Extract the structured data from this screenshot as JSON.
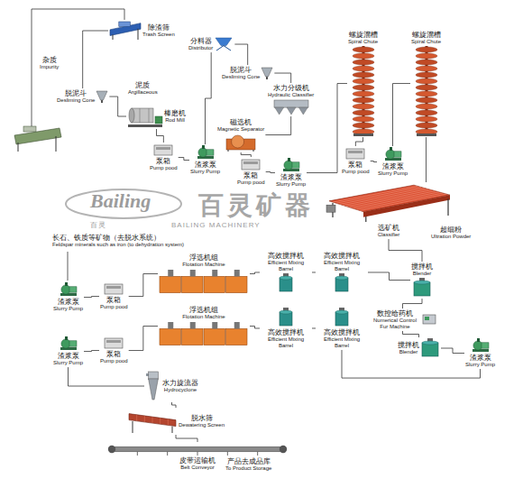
{
  "diagram": {
    "nodes": [
      {
        "text": [
          "除渣筛",
          "Trash Screen"
        ]
      },
      {
        "text": [
          "脱泥斗",
          "Desliming Cone"
        ]
      },
      {
        "text": [
          "棒磨机",
          "Rod Mill"
        ]
      },
      {
        "text": [
          "分料器",
          "Distributor"
        ]
      },
      {
        "text": [
          "脱泥斗",
          "Desliming Cone"
        ]
      },
      {
        "text": [
          "水力分级机",
          "Hydraulic Classifier"
        ]
      },
      {
        "text": [
          "磁选机",
          "Magnetic Separator"
        ]
      },
      {
        "text": [
          "泵箱",
          "Pump pood"
        ]
      },
      {
        "text": [
          "渣浆泵",
          "Slurry Pump"
        ]
      },
      {
        "text": [
          "泵箱",
          "Pump pood"
        ]
      },
      {
        "text": [
          "渣浆泵",
          "Slurry Pump"
        ]
      },
      {
        "text": [
          "螺旋溜槽",
          "Spiral Chute"
        ]
      },
      {
        "text": [
          "螺旋溜槽",
          "Spiral Chute"
        ]
      },
      {
        "text": [
          "泵箱",
          "Pump pood"
        ]
      },
      {
        "text": [
          "渣浆泵",
          "Slurry Pump"
        ]
      },
      {
        "text": [
          "选矿机",
          "Classifier"
        ]
      },
      {
        "text": [
          "浮选机组",
          "Flotation Machine"
        ]
      },
      {
        "text": [
          "高效搅拌机",
          "Efficient Mixing Barrel"
        ]
      },
      {
        "text": [
          "高效搅拌机",
          "Efficient Mixing Barrel"
        ]
      },
      {
        "text": [
          "浮选机组",
          "Flotation Machine"
        ]
      },
      {
        "text": [
          "高效搅拌机",
          "Efficient Mixing Barrel"
        ]
      },
      {
        "text": [
          "高效搅拌机",
          "Efficient Mixing Barrel"
        ]
      },
      {
        "text": [
          "搅拌机",
          "Blender"
        ]
      },
      {
        "text": [
          "数控给药机",
          "Numerical Control Fur Machine"
        ]
      },
      {
        "text": [
          "搅拌机",
          "Blender"
        ]
      },
      {
        "text": [
          "渣浆泵",
          "Slurry Pump"
        ]
      },
      {
        "text": [
          "渣浆泵",
          "Slurry Pump"
        ]
      },
      {
        "text": [
          "泵箱",
          "Pump pood"
        ]
      },
      {
        "text": [
          "渣浆泵",
          "Slurry Pump"
        ]
      },
      {
        "text": [
          "泵箱",
          "Pump pood"
        ]
      },
      {
        "text": [
          "水力旋流器",
          "Hydrocyclone"
        ]
      },
      {
        "text": [
          "脱水筛",
          "Dewatering Screen"
        ]
      },
      {
        "text": [
          "皮带运输机",
          "Belt Conveyor"
        ]
      }
    ],
    "edges": [
      {
        "from": 0,
        "to": 1,
        "arrow": "none"
      },
      {
        "from": 1,
        "to": 2,
        "arrow": "none"
      },
      {
        "from": 2,
        "to": 7,
        "arrow": "none"
      },
      {
        "from": 7,
        "to": 8,
        "arrow": "none"
      },
      {
        "from": 8,
        "to": 3,
        "arrow": "none"
      },
      {
        "from": 3,
        "to": 4,
        "arrow": "none"
      },
      {
        "from": 4,
        "to": 5,
        "arrow": "none"
      },
      {
        "from": 5,
        "to": 6,
        "arrow": "none"
      },
      {
        "from": 6,
        "to": 9,
        "arrow": "none"
      },
      {
        "from": 9,
        "to": 10,
        "arrow": "none"
      },
      {
        "from": 10,
        "to": 11,
        "arrow": "none"
      },
      {
        "from": 11,
        "to": 13,
        "arrow": "none"
      },
      {
        "from": 13,
        "to": 14,
        "arrow": "none"
      },
      {
        "from": 14,
        "to": 12,
        "arrow": "none"
      },
      {
        "from": 12,
        "to": 15,
        "arrow": "none"
      },
      {
        "from": 15,
        "to": 22,
        "arrow": "none"
      },
      {
        "from": 22,
        "to": 18,
        "arrow": "none"
      },
      {
        "from": 18,
        "to": 17,
        "arrow": "none"
      },
      {
        "from": 17,
        "to": 16,
        "arrow": "none"
      },
      {
        "from": 22,
        "to": 23,
        "arrow": "none"
      },
      {
        "from": 23,
        "to": 24,
        "arrow": "none"
      },
      {
        "from": 24,
        "to": 25,
        "arrow": "none"
      },
      {
        "from": 25,
        "to": 21,
        "arrow": "none"
      },
      {
        "from": 21,
        "to": 20,
        "arrow": "none"
      },
      {
        "from": 20,
        "to": 19,
        "arrow": "none"
      },
      {
        "from": 16,
        "to": 27,
        "arrow": "none"
      },
      {
        "from": 27,
        "to": 26,
        "arrow": "none"
      },
      {
        "from": 19,
        "to": 29,
        "arrow": "none"
      },
      {
        "from": 29,
        "to": 28,
        "arrow": "none"
      },
      {
        "from": 28,
        "to": 30,
        "arrow": "none"
      },
      {
        "from": 30,
        "to": 31,
        "arrow": "none"
      },
      {
        "from": 31,
        "to": 32,
        "arrow": "none"
      }
    ],
    "labels": [
      "杂质",
      "Impurity",
      "泥质",
      "Argillaceous",
      "超细粉",
      "Ultration Powder",
      "长石、铁质等矿物（去脱水系统）",
      "Feldspar minerals such as iron (to dehydration system)",
      "产品去成品库",
      "To Product Storage",
      "Bailing",
      "百灵矿器",
      "百灵",
      "BAILING MACHINERY"
    ]
  }
}
